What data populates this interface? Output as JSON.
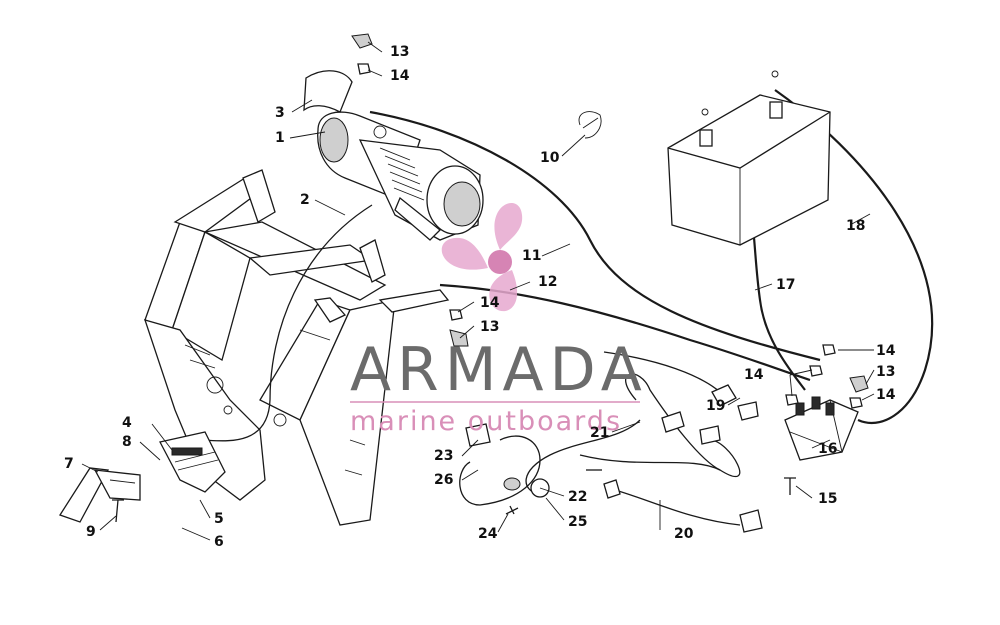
{
  "watermark": {
    "brand": "ARMADA",
    "tagline": "marine outboards",
    "colors": {
      "brand_text": "#6b6b6b",
      "tagline_text": "#d98fb8",
      "logo_petal": "#e7a9cf",
      "logo_hub": "#cf6fa8"
    }
  },
  "callouts": {
    "c1": "1",
    "c2": "2",
    "c3": "3",
    "c4": "4",
    "c5": "5",
    "c6": "6",
    "c7": "7",
    "c8": "8",
    "c9": "9",
    "c10": "10",
    "c11": "11",
    "c12": "12",
    "c13a": "13",
    "c13b": "13",
    "c13c": "13",
    "c14a": "14",
    "c14b": "14",
    "c14c": "14",
    "c14d": "14",
    "c14e": "14",
    "c15": "15",
    "c16": "16",
    "c17": "17",
    "c18": "18",
    "c19": "19",
    "c20": "20",
    "c21": "21",
    "c22": "22",
    "c23": "23",
    "c24": "24",
    "c25": "25",
    "c26": "26"
  }
}
